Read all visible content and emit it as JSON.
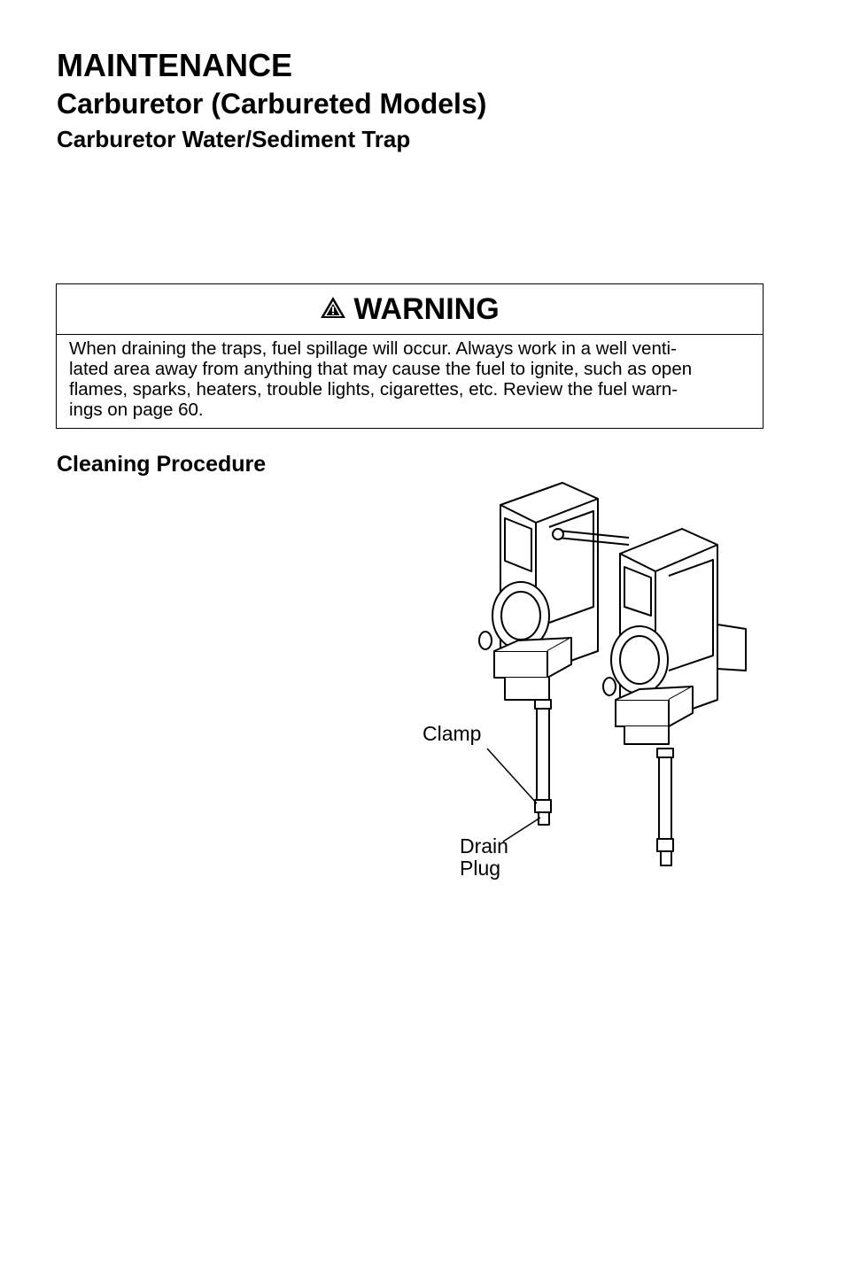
{
  "heading": {
    "section": "MAINTENANCE",
    "title": "Carburetor (Carbureted Models)",
    "subtitle": "Carburetor Water/Sediment Trap"
  },
  "warning": {
    "title": "WARNING",
    "icon": "warning-triangle-icon",
    "lines": [
      "When draining the traps, fuel spillage will occur. Always work in a well venti-",
      "lated area away from anything that may cause the fuel to ignite, such as open",
      "flames, sparks, heaters, trouble lights, cigarettes, etc. Review the fuel warn-",
      "ings on page 60."
    ]
  },
  "cleaning": {
    "heading": "Cleaning Procedure"
  },
  "figure": {
    "callouts": {
      "clamp": "Clamp",
      "drain_line1": "Drain",
      "drain_line2": "Plug"
    }
  }
}
